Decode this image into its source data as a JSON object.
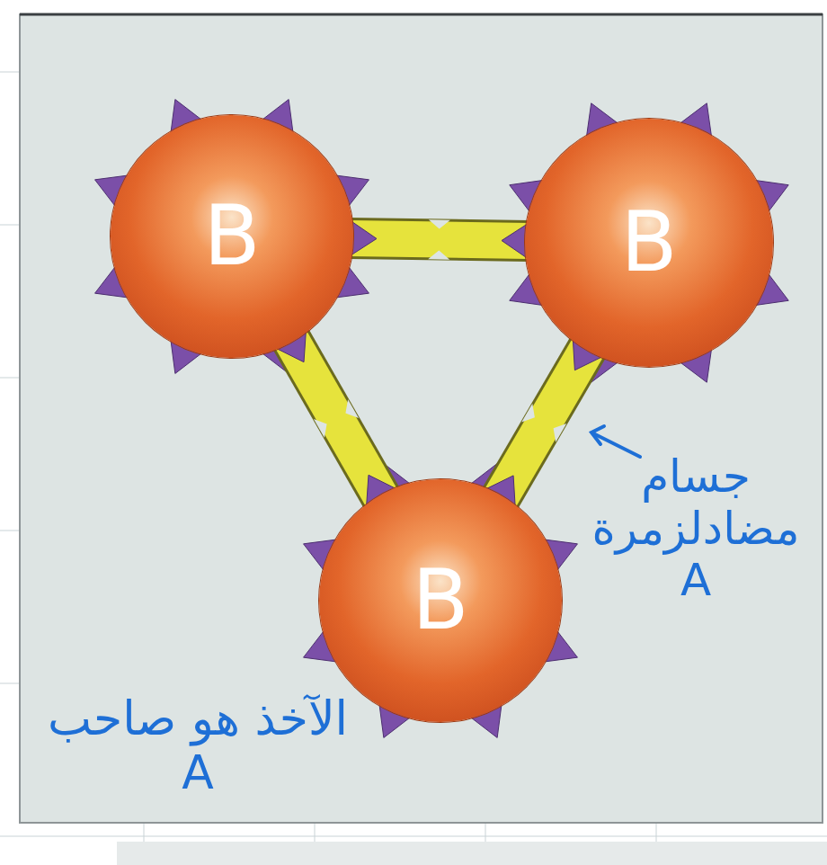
{
  "diagram": {
    "nodes": [
      {
        "text": [
          "B"
        ]
      },
      {
        "text": [
          "B"
        ]
      },
      {
        "text": [
          "B"
        ]
      }
    ],
    "edges": [
      {
        "from": 0,
        "to": 1,
        "arrow": "none"
      },
      {
        "from": 1,
        "to": 2,
        "arrow": "none"
      },
      {
        "from": 0,
        "to": 2,
        "arrow": "none"
      }
    ],
    "labels": [
      "جسام مضادلزمرة A",
      "الآخذ هو صاحب A"
    ]
  }
}
